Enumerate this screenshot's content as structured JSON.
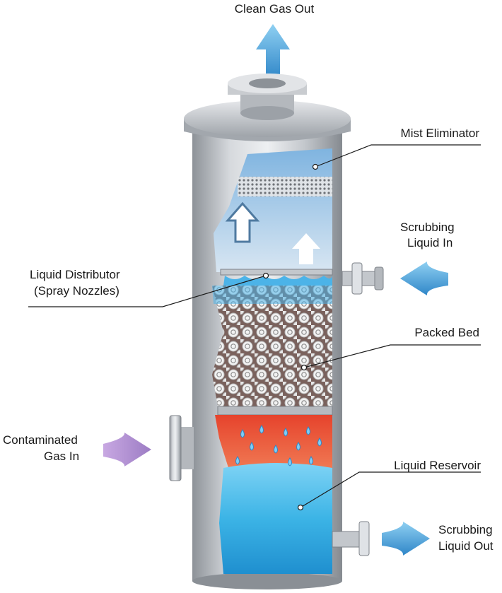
{
  "labels": {
    "clean_gas_out": "Clean Gas Out",
    "mist_eliminator": "Mist Eliminator",
    "scrubbing_liquid_in": [
      "Scrubbing",
      "Liquid In"
    ],
    "liquid_distributor": [
      "Liquid Distributor",
      "(Spray Nozzles)"
    ],
    "packed_bed": "Packed Bed",
    "contaminated_gas_in": [
      "Contaminated",
      "Gas In"
    ],
    "liquid_reservoir": "Liquid Reservoir",
    "scrubbing_liquid_out": [
      "Scrubbing",
      "Liquid Out"
    ]
  },
  "colors": {
    "shell": "#b8bcc2",
    "water": "#3cb4e6",
    "red_zone": "#e8442c",
    "gas_arrow": "#b89ad6",
    "liquid_arrow": "#4aa8e0",
    "sky": "#9cc6e8"
  },
  "icons": {
    "gas_in_arrow": "arrow-right-icon",
    "gas_out_arrow": "arrow-up-icon",
    "liquid_in_arrow": "arrow-left-icon",
    "liquid_out_arrow": "arrow-right-icon"
  }
}
